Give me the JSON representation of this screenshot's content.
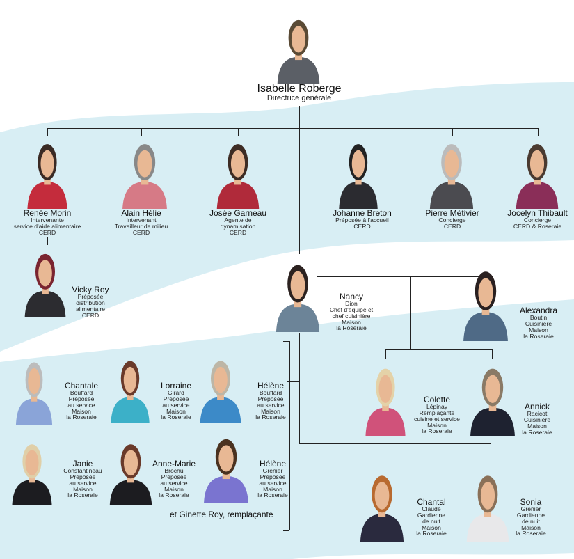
{
  "colors": {
    "wave": "#d8eef4",
    "line": "#222222",
    "skin": "#e8b894",
    "hair": "#3a2a20"
  },
  "ceo": {
    "name": "Isabelle Roberge",
    "lines": [
      "Directrice générale"
    ],
    "shirt": "#5b5f66",
    "hair": "#5a4a35",
    "icon": "portrait"
  },
  "tier1": [
    {
      "name": "Renée Morin",
      "lines": [
        "Intervenante",
        "service d'aide alimentaire",
        "CERD"
      ],
      "shirt": "#c42c3c",
      "hair": "#3a2a24"
    },
    {
      "name": "Alain Hélie",
      "lines": [
        "Intervenant",
        "Travailleur de milieu",
        "CERD"
      ],
      "shirt": "#d67a86",
      "hair": "#888888"
    },
    {
      "name": "Josée Garneau",
      "lines": [
        "Agente de",
        "dynamisation",
        "CERD"
      ],
      "shirt": "#b02a3a",
      "hair": "#3d2c24"
    },
    {
      "name": "Johanne Breton",
      "lines": [
        "Préposée à l'accueil",
        "CERD"
      ],
      "shirt": "#2b2b30",
      "hair": "#222222"
    },
    {
      "name": "Pierre Métivier",
      "lines": [
        "Concierge",
        "CERD"
      ],
      "shirt": "#4b4b50",
      "hair": "#bbbbbb"
    },
    {
      "name": "Jocelyn Thibault",
      "lines": [
        "Concierge",
        "CERD & Roseraie"
      ],
      "shirt": "#8a2e58",
      "hair": "#4a3a30"
    }
  ],
  "vicky": {
    "name": "Vicky Roy",
    "lines": [
      "Préposée",
      "distribution",
      "alimentaire",
      "CERD"
    ],
    "shirt": "#2c2c30",
    "hair": "#7a2430"
  },
  "nancy": {
    "name": "Nancy",
    "lines": [
      "Dion",
      "Chef d'équipe et",
      "chef cuisinière",
      "Maison",
      "la Roseraie"
    ],
    "shirt": "#6c8498",
    "hair": "#2c2220"
  },
  "alexandra": {
    "name": "Alexandra",
    "lines": [
      "Boutin",
      "Cuisinière",
      "Maison",
      "la Roseraie"
    ],
    "shirt": "#4f6a86",
    "hair": "#2a2020"
  },
  "colette": {
    "name": "Colette",
    "lines": [
      "Lépinay",
      "Remplaçante",
      "cuisine et service",
      "Maison",
      "la Roseraie"
    ],
    "shirt": "#d0527a",
    "hair": "#e4d2a8"
  },
  "annick": {
    "name": "Annick",
    "lines": [
      "Racicot",
      "Cuisinière",
      "Maison",
      "la Roseraie"
    ],
    "shirt": "#1e2230",
    "hair": "#8a7a66"
  },
  "chantal_c": {
    "name": "Chantal",
    "lines": [
      "Claude",
      "Gardienne",
      "de nuit",
      "Maison",
      "la Roseraie"
    ],
    "shirt": "#2a2a3e",
    "hair": "#b86a30"
  },
  "sonia": {
    "name": "Sonia",
    "lines": [
      "Grenier",
      "Gardienne",
      "de nuit",
      "Maison",
      "la Roseraie"
    ],
    "shirt": "#e8e8ea",
    "hair": "#8a7058"
  },
  "service_staff": [
    {
      "name": "Chantale",
      "lines": [
        "Bouffard",
        "Préposée",
        "au service",
        "Maison",
        "la Roseraie"
      ],
      "shirt": "#8aa4d8",
      "hair": "#bcbcbc"
    },
    {
      "name": "Lorraine",
      "lines": [
        "Girard",
        "Préposée",
        "au service",
        "Maison",
        "la Roseraie"
      ],
      "shirt": "#3cb0c8",
      "hair": "#6a3a2a"
    },
    {
      "name": "Hélène",
      "lines": [
        "Bouffard",
        "Préposée",
        "au service",
        "Maison",
        "la Roseraie"
      ],
      "shirt": "#3c8ac8",
      "hair": "#bdb6a6"
    },
    {
      "name": "Janie",
      "lines": [
        "Constantineau",
        "Préposée",
        "au service",
        "Maison",
        "la Roseraie"
      ],
      "shirt": "#1c1c20",
      "hair": "#e0cfa8"
    },
    {
      "name": "Anne-Marie",
      "lines": [
        "Brochu",
        "Préposée",
        "au service",
        "Maison",
        "la Roseraie"
      ],
      "shirt": "#1c1c20",
      "hair": "#6a3a2a"
    },
    {
      "name": "Hélène",
      "lines": [
        "Grenier",
        "Préposée",
        "au service",
        "Maison",
        "la Roseraie"
      ],
      "shirt": "#7a74d0",
      "hair": "#4a3220"
    }
  ],
  "footnote": "et Ginette Roy, remplaçante"
}
